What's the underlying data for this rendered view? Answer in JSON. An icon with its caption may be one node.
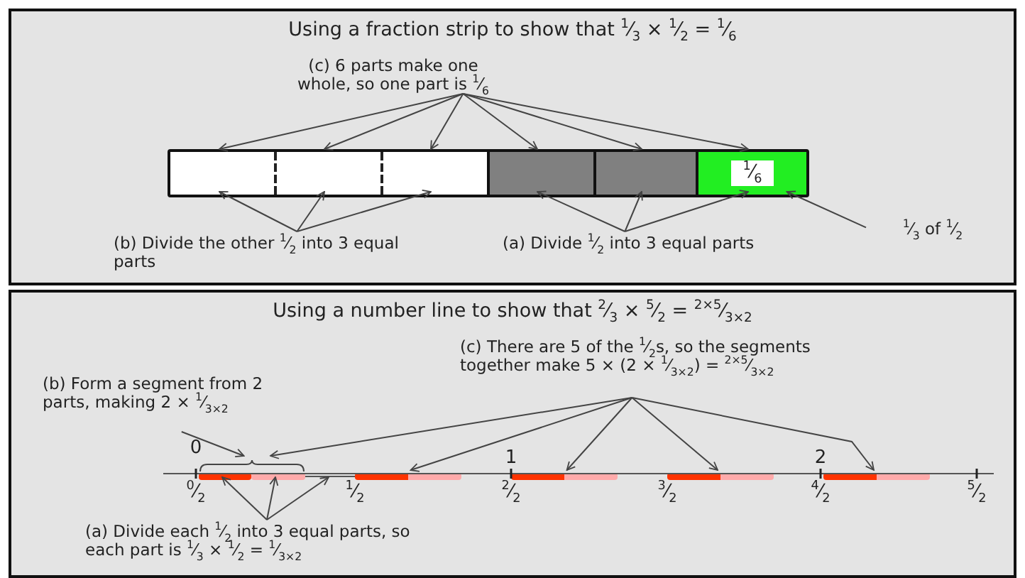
{
  "diagram": {
    "nodes": [
      {
        "text": [
          "Using a fraction strip to show that $^{1}$⁄$_{3}$ × $^{1}$⁄$_{2}$ = $^{1}$⁄$_{6}$"
        ]
      },
      {
        "text": [
          "(c) 6 parts make one whole, so one part is $^{1}$⁄$_{6}$"
        ],
        "in": 0
      },
      {
        "text": [],
        "shape": "bar",
        "in": 0
      },
      {
        "text": [],
        "shape": "box",
        "in": 2
      },
      {
        "text": [],
        "shape": "box",
        "in": 2
      },
      {
        "text": [],
        "shape": "box",
        "in": 2
      },
      {
        "text": [],
        "shape": "box",
        "in": 2
      },
      {
        "text": [],
        "shape": "box",
        "in": 2
      },
      {
        "text": [
          "$^{1}$⁄$_{6}$"
        ],
        "in": 2
      },
      {
        "text": [
          "(b) Divide the other $^{1}$⁄$_{2}$ into 3 equal parts"
        ],
        "in": 0
      },
      {
        "text": [
          "(a) Divide $^{1}$⁄$_{2}$ into 3 equal parts"
        ],
        "in": 0
      },
      {
        "text": [
          "$^{1}$⁄$_{3}$ of $^{1}$⁄$_{2}$"
        ],
        "in": 0
      },
      {
        "text": [
          "Using a number line to show that $^{2}$⁄$_{3}$ × $^{5}$⁄$_{2}$ = $^{2×5}$⁄$_{3×2}$"
        ]
      },
      {
        "text": [
          "(b) Form a segment from 2 parts, making 2 × $^{1}$⁄$_{3×2}$"
        ],
        "in": 12
      },
      {
        "text": [
          "(c) There are 5 of the $^{1}$⁄$_{2}$s, so the segments together make 5 × (2 × $^{1}$⁄$_{3×2}$) = $^{2×5}$⁄$_{3×2}$"
        ],
        "in": 12
      },
      {
        "text": [
          "(a) Divide each $^{1}$⁄$_{2}$ into 3 equal parts, so each part is $^{1}$⁄$_{3}$ × $^{1}$⁄$_{2}$ = $^{1}$⁄$_{3×2}$"
        ],
        "in": 12
      },
      {
        "text": [],
        "shape": "bar",
        "in": 12
      },
      {
        "text": [],
        "shape": "bar",
        "in": 16
      },
      {
        "text": [],
        "shape": "bar",
        "in": 16
      },
      {
        "text": [],
        "shape": "bar",
        "in": 12
      },
      {
        "text": [],
        "shape": "bar",
        "in": 12
      },
      {
        "text": [],
        "shape": "bar",
        "in": 12
      },
      {
        "text": [],
        "shape": "bar",
        "in": 12
      },
      {
        "text": [],
        "shape": "bar",
        "in": 12
      }
    ],
    "edges": [
      {
        "from": 1,
        "to": 3,
        "arrow": "to"
      },
      {
        "from": 1,
        "to": 4,
        "arrow": "to"
      },
      {
        "from": 1,
        "to": 5,
        "arrow": "to"
      },
      {
        "from": 1,
        "to": 6,
        "arrow": "to"
      },
      {
        "from": 1,
        "to": 7,
        "arrow": "to"
      },
      {
        "from": 1,
        "to": 8,
        "arrow": "to"
      },
      {
        "from": 9,
        "to": 3,
        "arrow": "to"
      },
      {
        "from": 9,
        "to": 4,
        "arrow": "to"
      },
      {
        "from": 9,
        "to": 5,
        "arrow": "to"
      },
      {
        "from": 10,
        "to": 6,
        "arrow": "to"
      },
      {
        "from": 10,
        "to": 7,
        "arrow": "to"
      },
      {
        "from": 10,
        "to": 8,
        "arrow": "to"
      },
      {
        "from": 11,
        "to": 8,
        "arrow": "to"
      },
      {
        "from": 13,
        "to": 16,
        "arrow": "to"
      },
      {
        "from": 14,
        "to": 16,
        "arrow": "to"
      },
      {
        "from": 14,
        "to": 20,
        "arrow": "to"
      },
      {
        "from": 14,
        "to": 21,
        "arrow": "to"
      },
      {
        "from": 14,
        "to": 22,
        "arrow": "to"
      },
      {
        "from": 14,
        "to": 23,
        "arrow": "to"
      },
      {
        "from": 15,
        "to": 17,
        "arrow": "to"
      },
      {
        "from": 15,
        "to": 18,
        "arrow": "to"
      },
      {
        "from": 15,
        "to": 19,
        "arrow": "to"
      }
    ],
    "labels": [
      "0",
      "1",
      "2",
      "$^{0}$⁄$_{2}$",
      "$^{1}$⁄$_{2}$",
      "$^{2}$⁄$_{2}$",
      "$^{3}$⁄$_{2}$",
      "$^{4}$⁄$_{2}$",
      "$^{5}$⁄$_{2}$"
    ]
  }
}
